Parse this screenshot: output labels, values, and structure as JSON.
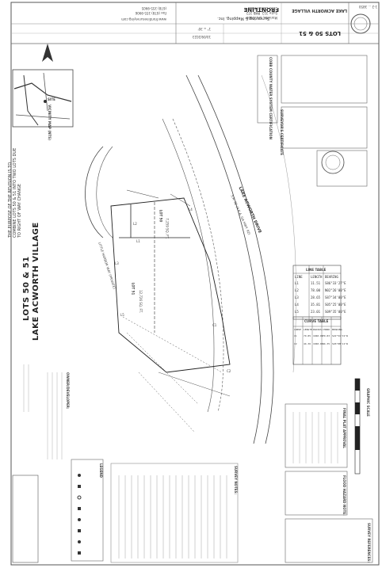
{
  "title_block": {
    "project_title": "LAKE ACWORTH VILLAGE",
    "lots": "LOTS 50 & 51",
    "company": "FRONTLINE",
    "company_sub": "Surveying & Mapping, Inc.",
    "address_1": "3395 Canton Road",
    "address_2": "Suite 312, PMB 372",
    "address_3": "Marietta, GA 30066",
    "phone": "(678) 355-9905",
    "fax": "Fax (678) 355-9906",
    "web": "www.frontlinesurveying.com",
    "date": "10/09/2023",
    "scale": "1\" = 30'",
    "sheet_tag": "1-2 ... 3850"
  },
  "drawing": {
    "heading_main": "LOTS 50 & 51",
    "heading_sub": "LAKE ACWORTH VILLAGE",
    "purpose_note": "THE PURPOSE OF THE REVISION IS TO COMBINE LOTS 50 & 51 INTO TWO LOTS DUE TO RIGHT OF WAY CHANGE",
    "road_label": "LAKE ACWORTH DRIVE",
    "road_sub": "S.R. 92 (A.K.A. GA HWY. 92)",
    "private_road": "LITTLE HARBOR WAY (PRIVATE)",
    "lot_51_label": "LOT 51",
    "lot_50_label": "LOT 50",
    "lot_51_area": "12,726 SQ. FT.",
    "lot_50_area": "7,259 SQ. FT.",
    "bearing_labels": [
      "L1",
      "L2",
      "L3",
      "L4",
      "L5",
      "C1",
      "C2"
    ]
  },
  "line_table": {
    "title": "LINE TABLE",
    "headers": [
      "LINE",
      "LENGTH",
      "BEARING"
    ],
    "rows": [
      [
        "L1",
        "11.51",
        "S86°33'27\"E"
      ],
      [
        "L2",
        "78.00",
        "N02°26'00\"E"
      ],
      [
        "L3",
        "28.65",
        "S87°34'00\"E"
      ],
      [
        "L4",
        "35.81",
        "S05°25'00\"E"
      ],
      [
        "L5",
        "23.01",
        "S09°35'00\"E"
      ]
    ]
  },
  "curve_table": {
    "title": "CURVE TABLE",
    "headers": [
      "CURVE",
      "LENGTH",
      "RADIUS",
      "CHORD",
      "BEARING"
    ],
    "rows": [
      [
        "C1",
        "79.85",
        "1040.00",
        "79.83",
        "S22°51'31\"W"
      ],
      [
        "C2",
        "44.36",
        "1040.00",
        "44.35",
        "S26°08'11\"W"
      ]
    ]
  },
  "notes": {
    "survey_notes_title": "SURVEY NOTES:",
    "flood_title": "FLOOD HAZARD NOTE:",
    "owner_title": "OWNER/DEVELOPER:",
    "references_title": "SURVEY REFERENCES:",
    "water_cert_title": "COBB COUNTY WATER SYSTEM CERTIFICATION",
    "surveyor_cert_title": "SURVEYOR'S CERTIFICATE",
    "plat_approval_title": "FINAL PLAT APPROVAL",
    "graphic_scale": "GRAPHIC SCALE"
  },
  "legend": {
    "title": "LEGEND"
  },
  "vicinity_map": {
    "title": "VICINITY MAP (NTS)",
    "site": "SITE"
  }
}
